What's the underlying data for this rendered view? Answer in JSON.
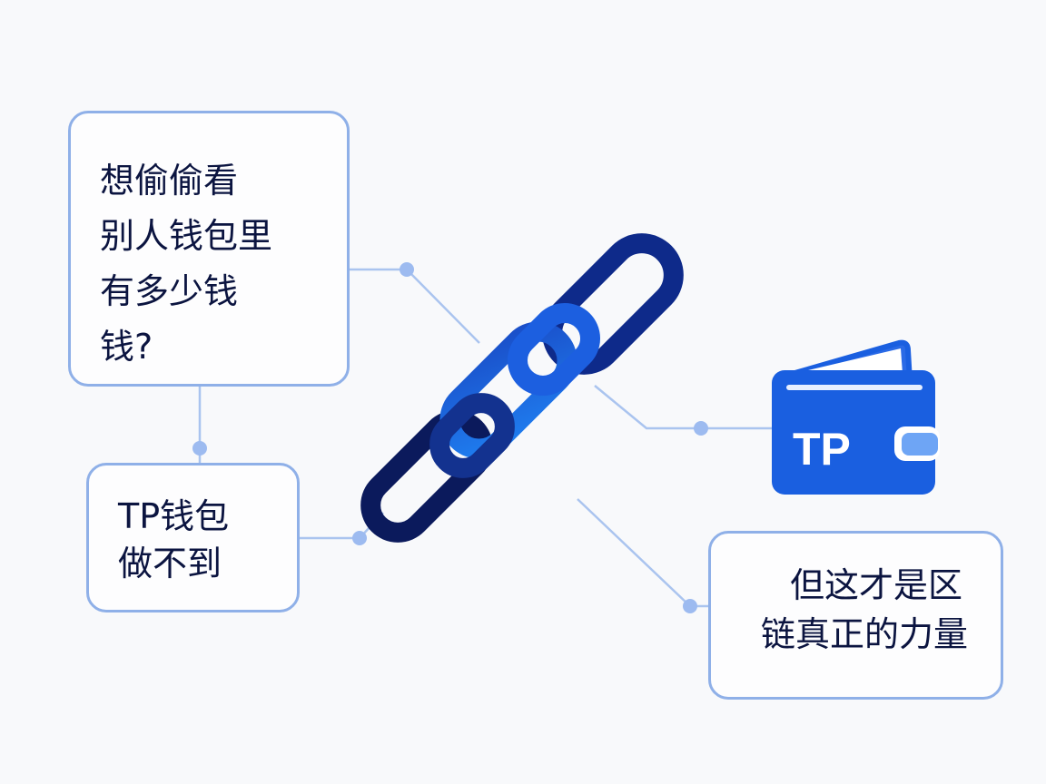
{
  "boxes": {
    "question": {
      "lines": [
        "想偷偷看",
        "别人钱包里",
        "有多少钱",
        "钱?"
      ]
    },
    "limitation": {
      "lines": [
        "TP钱包",
        "做不到"
      ]
    },
    "statement": {
      "lines": [
        "但这才是区",
        "链真正的力量"
      ]
    }
  },
  "wallet": {
    "label": "TP",
    "icon": "wallet-icon"
  },
  "chain": {
    "icon": "chain-link-icon"
  },
  "colors": {
    "connector": "#a9c3ef",
    "dot": "#9dbbf0",
    "box_border": "#8fb0e8",
    "text": "#0b1440",
    "wallet": "#1a5fe0",
    "chain_dark": "#0d1f6e",
    "chain_light": "#1d6ae6"
  }
}
